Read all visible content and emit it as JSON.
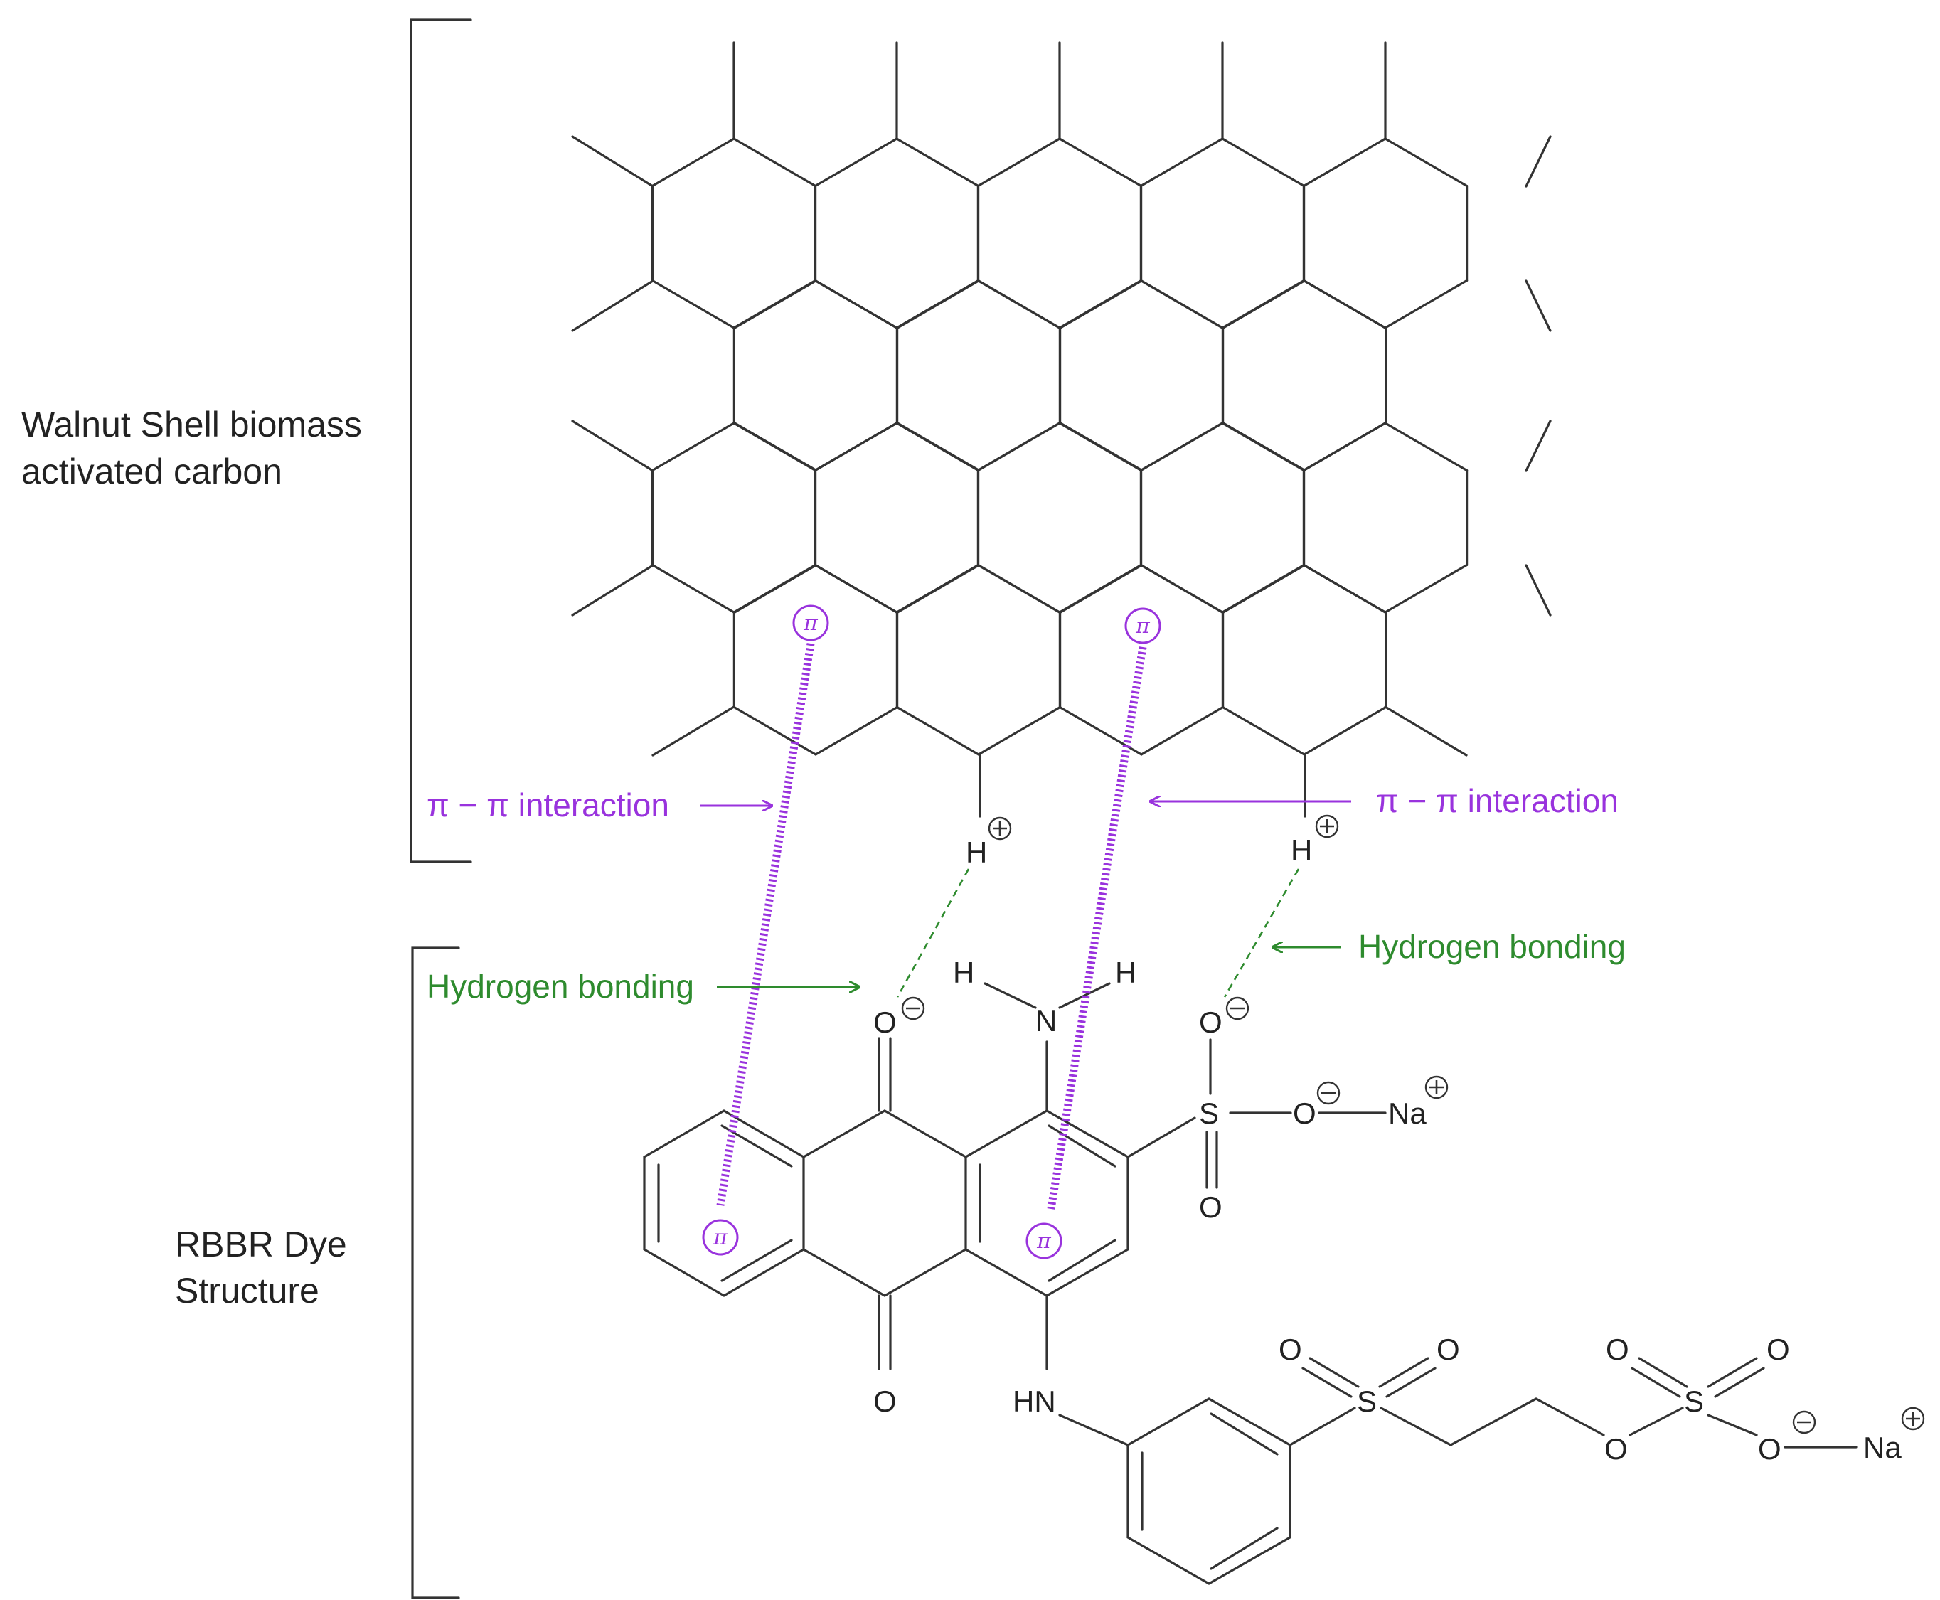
{
  "labels": {
    "carbon_line1": "Walnut Shell biomass",
    "carbon_line2": "activated carbon",
    "dye_line1": "RBBR Dye",
    "dye_line2": "Structure",
    "pi_interaction_left": "π − π interaction",
    "pi_interaction_right": "π − π interaction",
    "hbond_left": "Hydrogen bonding",
    "hbond_right": "Hydrogen bonding"
  },
  "atoms": {
    "pi": "π",
    "hydrogen": "H",
    "nitrogen": "N",
    "oxygen": "O",
    "sulfur": "S",
    "sodium": "Na",
    "amine": "HN",
    "plus": "+",
    "minus": "−"
  },
  "colors": {
    "purple": "#9933dd",
    "green": "#2e8b2e",
    "black": "#333333"
  }
}
